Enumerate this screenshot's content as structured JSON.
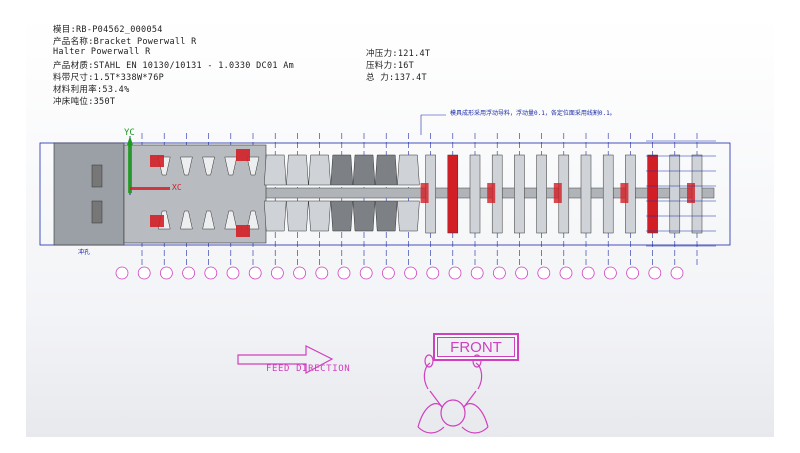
{
  "header": {
    "lines": [
      "模目:RB-P04562_000054",
      "产品名称:Bracket Powerwall R",
      "Halter Powerwall R",
      "产品材质:STAHL EN 10130/10131 - 1.0330 DC01 Am",
      "料带尺寸:1.5T*338W*76P",
      "材料利用率:53.4%",
      "冲床吨位:350T"
    ],
    "forces": [
      "冲压力:121.4T",
      "压料力:16T",
      "总 力:137.4T"
    ]
  },
  "strip": {
    "axis_label": "YC",
    "origin_label": "XC",
    "top_note": "模具成形采用浮动导料，浮动量0.1，各定位面采用线割0.1。",
    "station_count": 26,
    "colors": {
      "frame": "#1a2aa8",
      "steel": "#8f949a",
      "red": "#d21f26",
      "green": "#1d9b1d",
      "magenta": "#d040c0"
    }
  },
  "labels": {
    "front": "FRONT",
    "feed": "FEED DIRECTION",
    "left_marker": "冲孔"
  },
  "colors": {
    "accent": "#d040c0",
    "ink": "#222222"
  }
}
